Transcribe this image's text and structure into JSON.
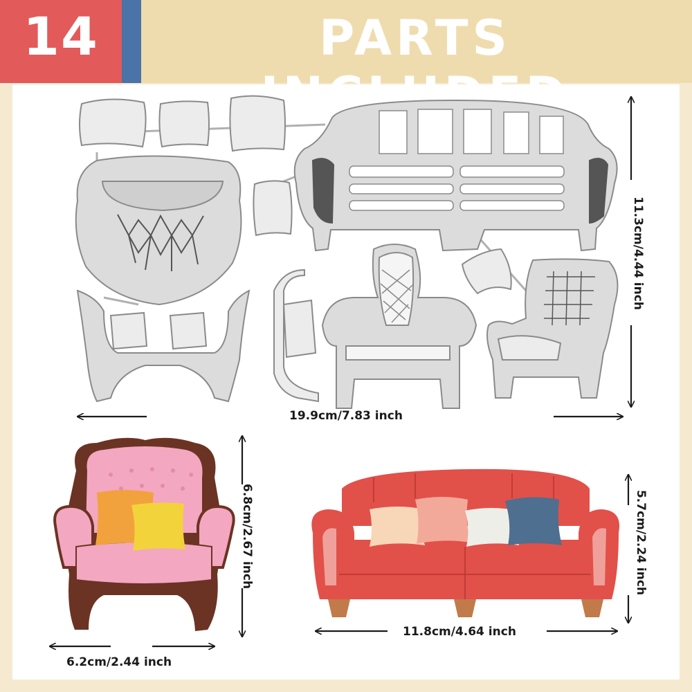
{
  "badge": {
    "number": "14"
  },
  "header": {
    "title": "PARTS INCLUDED"
  },
  "dimensions": {
    "die_width": "19.9cm/7.83 inch",
    "die_height": "11.3cm/4.44 inch",
    "chair_height": "6.8cm/2.67 inch",
    "chair_width": "6.2cm/2.44 inch",
    "sofa_height": "5.7cm/2.24 inch",
    "sofa_width": "11.8cm/4.64 inch"
  },
  "colors": {
    "badge_red": "#e25a5a",
    "badge_blue": "#4a73a8",
    "header_bg": "#efdcae",
    "metal": "#d9d9d9",
    "chair_pink": "#f3a7c0",
    "chair_wood": "#6b3324",
    "sofa_red": "#e2504a",
    "pillow_orange": "#f2a23c",
    "pillow_yellow": "#f3d33b",
    "pillow_cream": "#f7d7b8",
    "pillow_peach": "#f2a99a",
    "pillow_white": "#eeeee8",
    "pillow_blue": "#4e6f8f"
  }
}
